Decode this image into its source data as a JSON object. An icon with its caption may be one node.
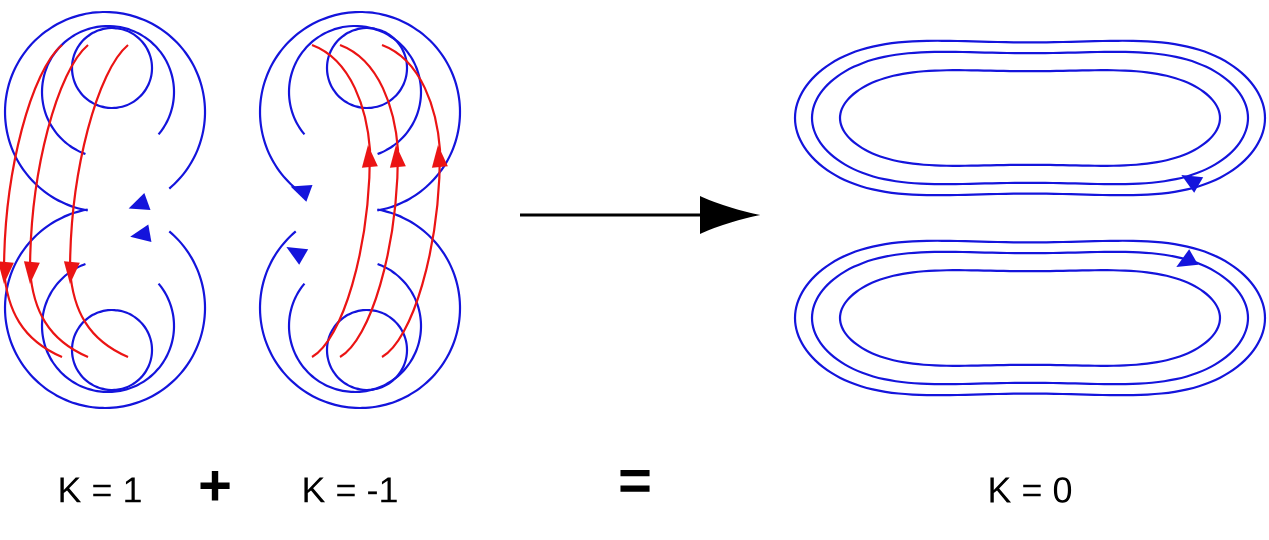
{
  "diagram": {
    "labels": [
      "K = 1",
      "+",
      "K = -1",
      "=",
      "K = 0"
    ]
  }
}
